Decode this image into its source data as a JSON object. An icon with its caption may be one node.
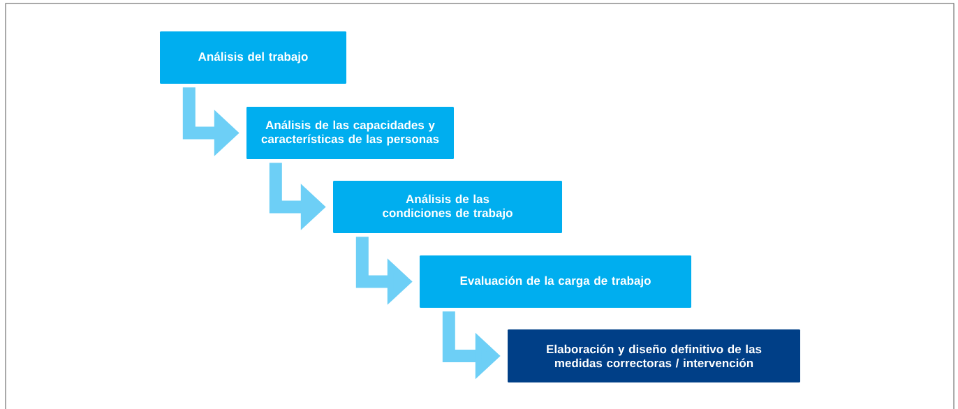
{
  "diagram": {
    "nodes": [
      {
        "text": [
          "Análisis del trabajo"
        ]
      },
      {
        "text": [
          "Análisis de las capacidades y características de las personas"
        ]
      },
      {
        "text": [
          "Análisis de las condiciones de trabajo"
        ]
      },
      {
        "text": [
          "Evaluación de la carga de trabajo"
        ]
      },
      {
        "text": [
          "Elaboración y diseño definitivo de las medidas correctoras / intervención"
        ]
      }
    ],
    "edges": [
      {
        "from": 0,
        "to": 1,
        "arrow": "to"
      },
      {
        "from": 1,
        "to": 2,
        "arrow": "to"
      },
      {
        "from": 2,
        "to": 3,
        "arrow": "to"
      },
      {
        "from": 3,
        "to": 4,
        "arrow": "to"
      }
    ]
  }
}
